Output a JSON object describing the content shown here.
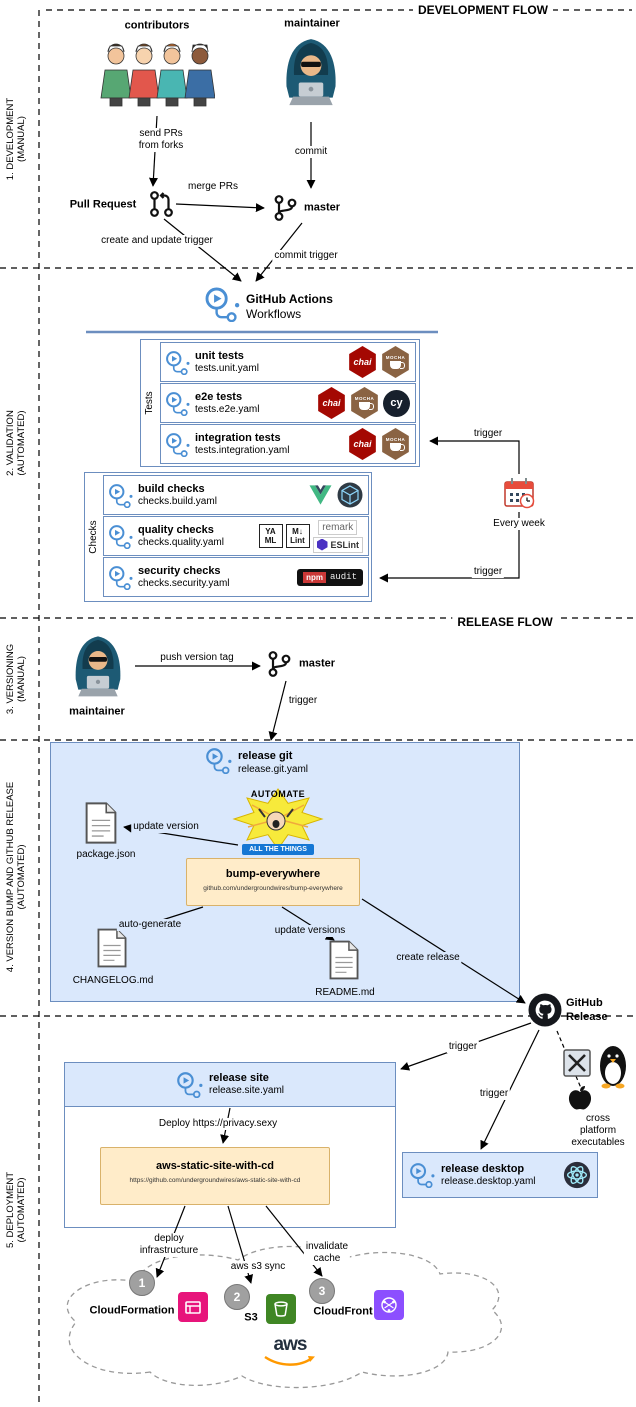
{
  "meta": {
    "dev_flow_title": "DEVELOPMENT FLOW",
    "release_flow_title": "RELEASE FLOW"
  },
  "colors": {
    "blue_fill": "#dae8fc",
    "blue_border": "#6c8ebf",
    "yellow_fill": "#ffecc9",
    "yellow_border": "#d9b26a",
    "actions_blue": "#4a8fd4",
    "chai_red": "#a40802",
    "mocha_brown": "#8a6343",
    "cypress_dark": "#17202c",
    "vue_green": "#41b883",
    "eslint_purple": "#4b32c3",
    "npm_red": "#cb3837",
    "cloudformation_pink": "#e7157b",
    "s3_green": "#3f8624",
    "cloudfront_purple": "#8c4fff",
    "aws_orange": "#ff9900",
    "aws_dark": "#232f3e",
    "meme_yellow": "#f7ea3b",
    "meme_blue": "#1577d4"
  },
  "side_labels": [
    "1. DEVELOPMENT\n(MANUAL)",
    "2. VALIDATION\n(AUTOMATED)",
    "3. VERSIONING\n(MANUAL)",
    "4. VERSION BUMP AND GITHUB RELEASE\n(AUTOMATED)",
    "5. DEPLOYMENT\n(AUTOMATED)"
  ],
  "development": {
    "contributors": "contributors",
    "maintainer": "maintainer",
    "send_prs": "send PRs\nfrom forks",
    "commit": "commit",
    "pull_request": "Pull Request",
    "merge_prs": "merge PRs",
    "master": "master",
    "create_update_trigger": "create and update trigger",
    "commit_trigger": "commit trigger"
  },
  "validation": {
    "github_actions": "GitHub Actions",
    "workflows": "Workflows",
    "tests_label": "Tests",
    "checks_label": "Checks",
    "tests": [
      {
        "name": "unit tests",
        "file": "tests.unit.yaml"
      },
      {
        "name": "e2e tests",
        "file": "tests.e2e.yaml"
      },
      {
        "name": "integration tests",
        "file": "tests.integration.yaml"
      }
    ],
    "checks": [
      {
        "name": "build checks",
        "file": "checks.build.yaml"
      },
      {
        "name": "quality checks",
        "file": "checks.quality.yaml"
      },
      {
        "name": "security checks",
        "file": "checks.security.yaml"
      }
    ],
    "every_week": "Every week",
    "trigger_tests": "trigger",
    "trigger_checks": "trigger"
  },
  "icon_labels": {
    "chai": "chai",
    "mocha": "MOCHA",
    "cypress": "cy",
    "yaml_top": "YA",
    "yaml_bottom": "ML",
    "mdlint_top": "M↓",
    "mdlint_bottom": "Lint",
    "remark": "remark",
    "eslint": "ESLint",
    "npm": "npm",
    "audit": "audit"
  },
  "versioning": {
    "maintainer": "maintainer",
    "push_version_tag": "push version tag",
    "master": "master",
    "trigger": "trigger"
  },
  "version_bump": {
    "workflow_name": "release git",
    "workflow_file": "release.git.yaml",
    "update_version": "update version",
    "package_json": "package.json",
    "meme_top": "AUTOMATE",
    "meme_bottom": "ALL THE THINGS",
    "bump_everywhere": "bump-everywhere",
    "bump_everywhere_url": "github.com/undergroundwires/bump-everywhere",
    "auto_generate": "auto-generate",
    "changelog": "CHANGELOG.md",
    "update_versions": "update versions",
    "readme": "README.md",
    "create_release": "create release",
    "github_release": "GitHub\nRelease"
  },
  "deployment": {
    "trigger_site": "trigger",
    "trigger_desktop": "trigger",
    "site_workflow_name": "release site",
    "site_workflow_file": "release.site.yaml",
    "deploy_url": "Deploy https://privacy.sexy",
    "aws_box_title": "aws-static-site-with-cd",
    "aws_box_url": "https://github.com/undergroundwires/aws-static-site-with-cd",
    "desktop_workflow_name": "release desktop",
    "desktop_workflow_file": "release.desktop.yaml",
    "cross_platform": "cross platform\nexecutables",
    "deploy_infrastructure": "deploy\ninfrastructure",
    "aws_s3_sync": "aws s3 sync",
    "invalidate_cache": "invalidate\ncache",
    "steps": [
      {
        "num": "1",
        "label": "CloudFormation"
      },
      {
        "num": "2",
        "label": "S3"
      },
      {
        "num": "3",
        "label": "CloudFront"
      }
    ],
    "aws_logo": "aws"
  }
}
